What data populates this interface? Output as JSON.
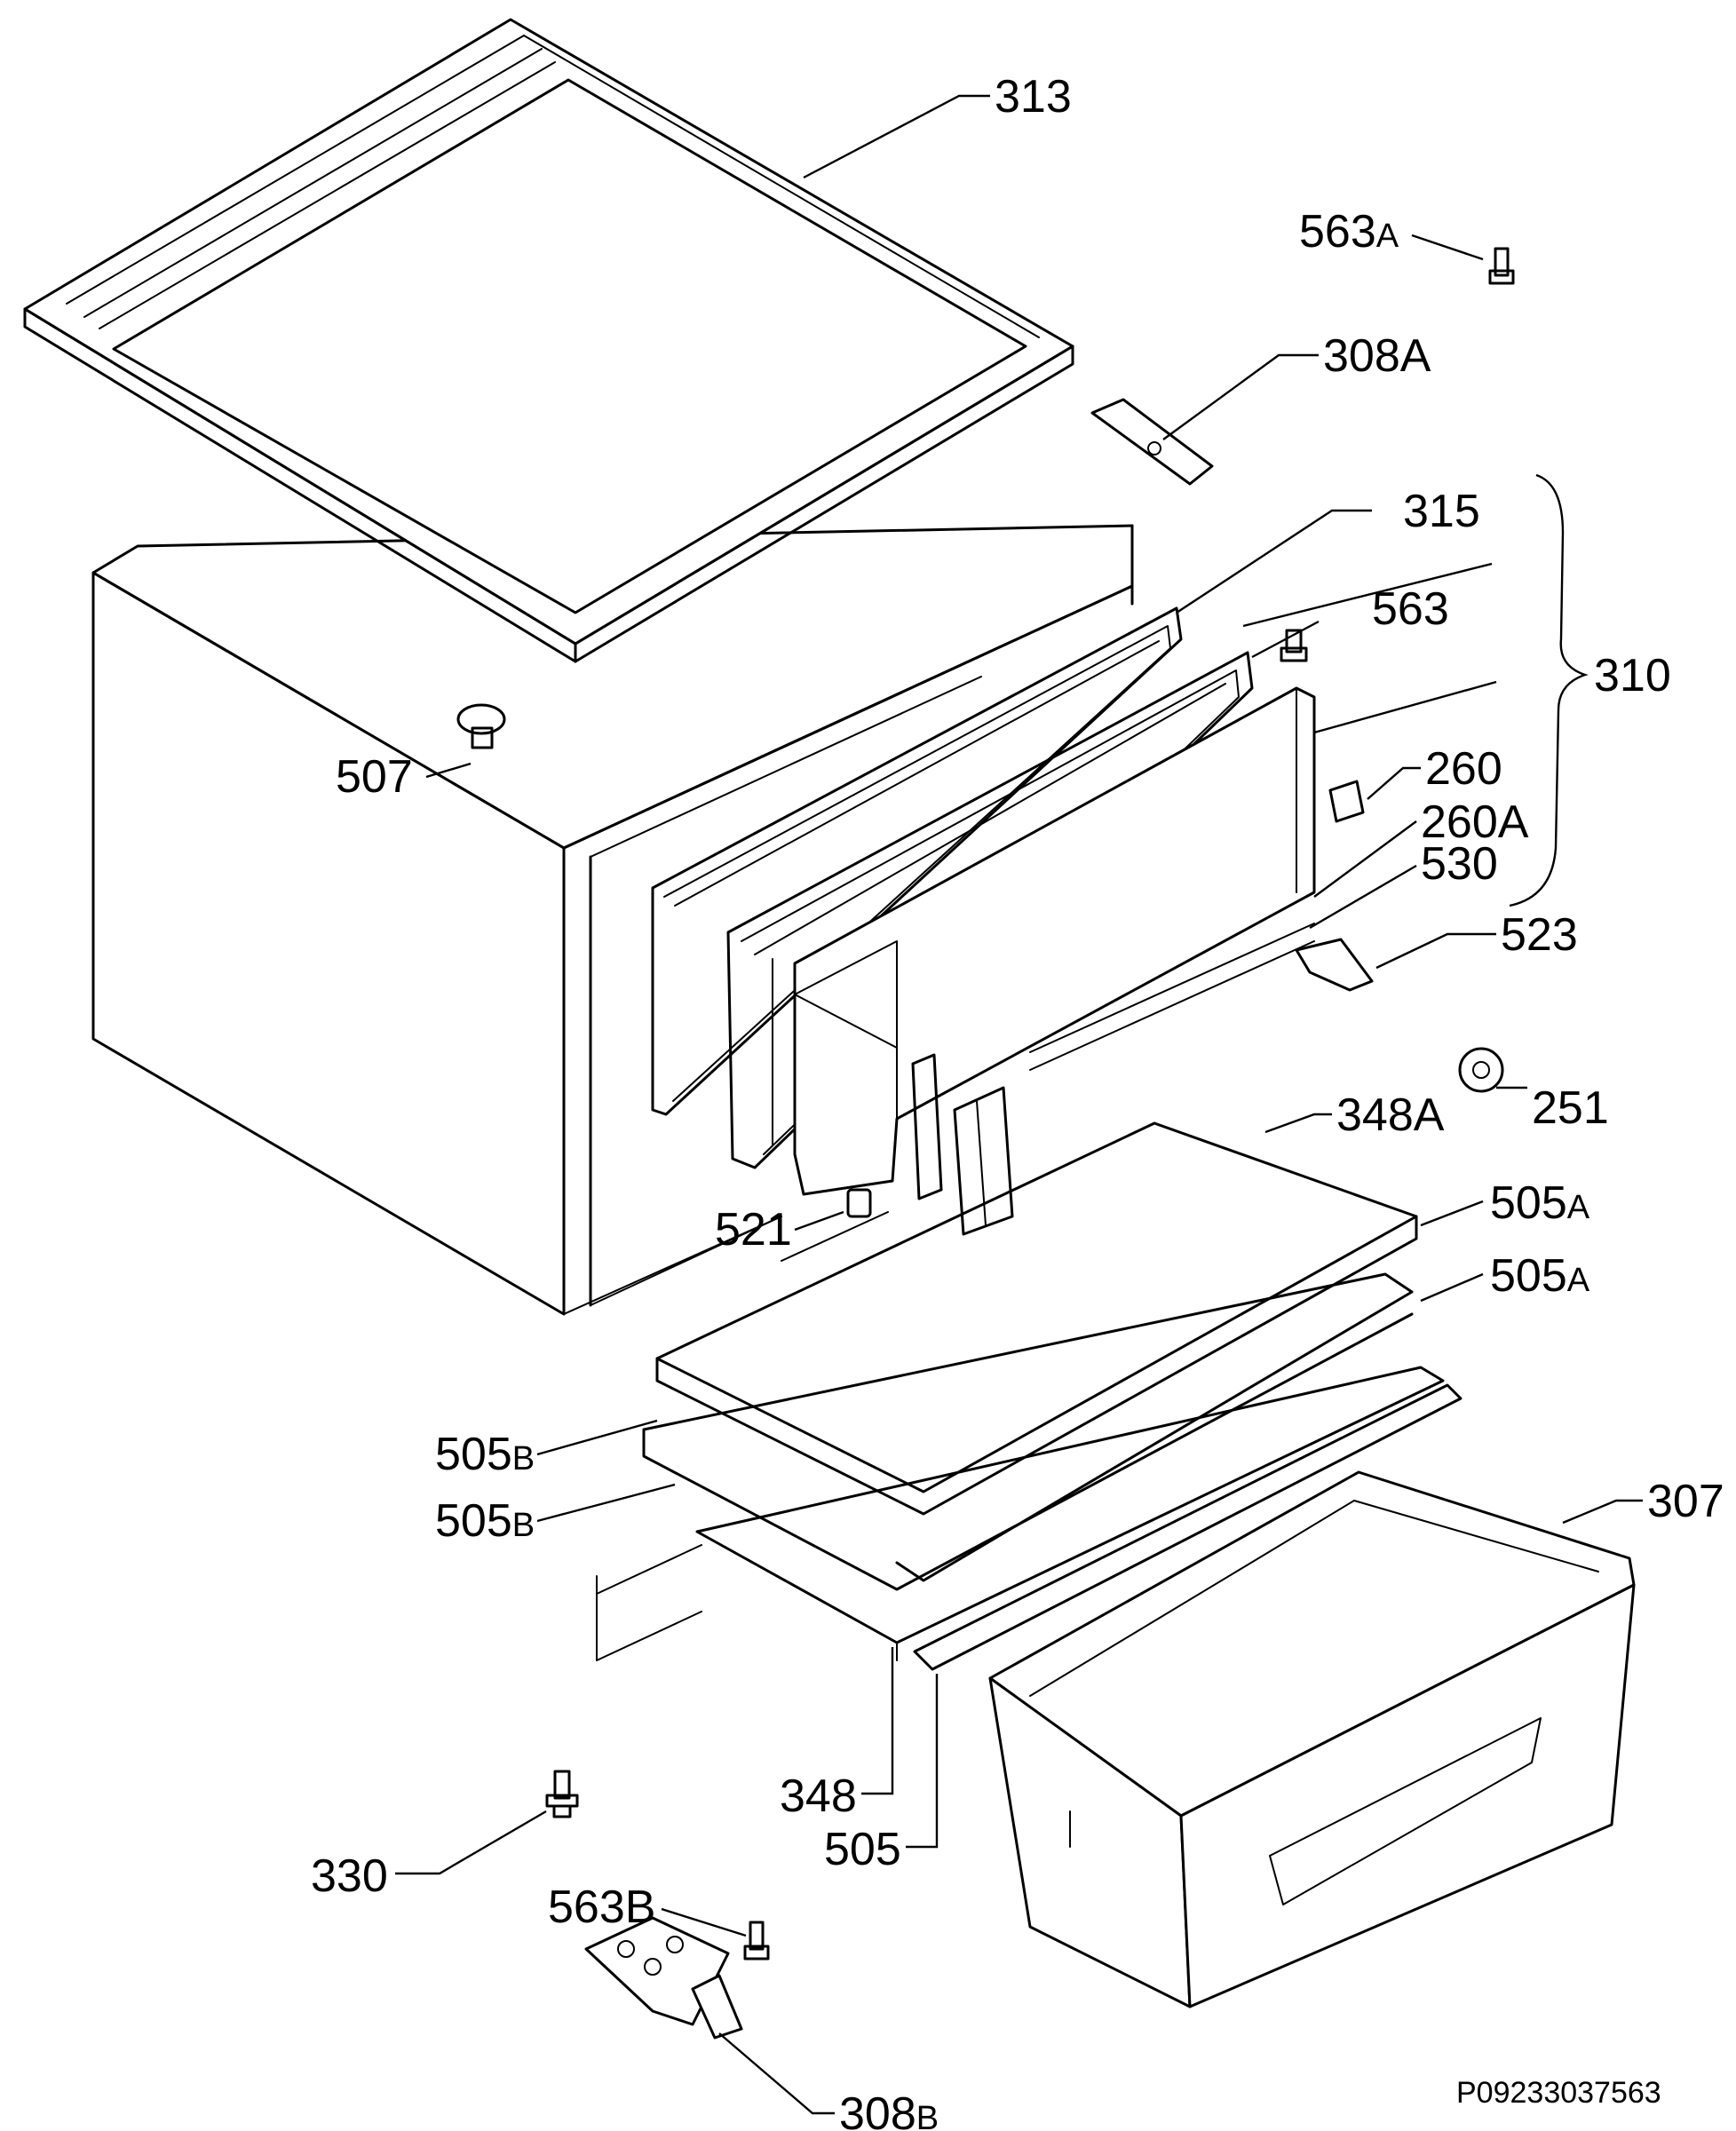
{
  "reference_code": "P09233037563",
  "labels": {
    "313": "313",
    "563A_num": "563",
    "563A_suf": "A",
    "308A": "308A",
    "315": "315",
    "563": "563",
    "310": "310",
    "260": "260",
    "260A": "260A",
    "530": "530",
    "523": "523",
    "507": "507",
    "251": "251",
    "348A": "348A",
    "505A1_num": "505",
    "505A1_suf": "A",
    "505A2_num": "505",
    "505A2_suf": "A",
    "521": "521",
    "505B1_num": "505",
    "505B1_suf": "B",
    "505B2_num": "505",
    "505B2_suf": "B",
    "307": "307",
    "348": "348",
    "505": "505",
    "330": "330",
    "563B": "563B",
    "308B_num": "308",
    "308B_suf": "B"
  }
}
